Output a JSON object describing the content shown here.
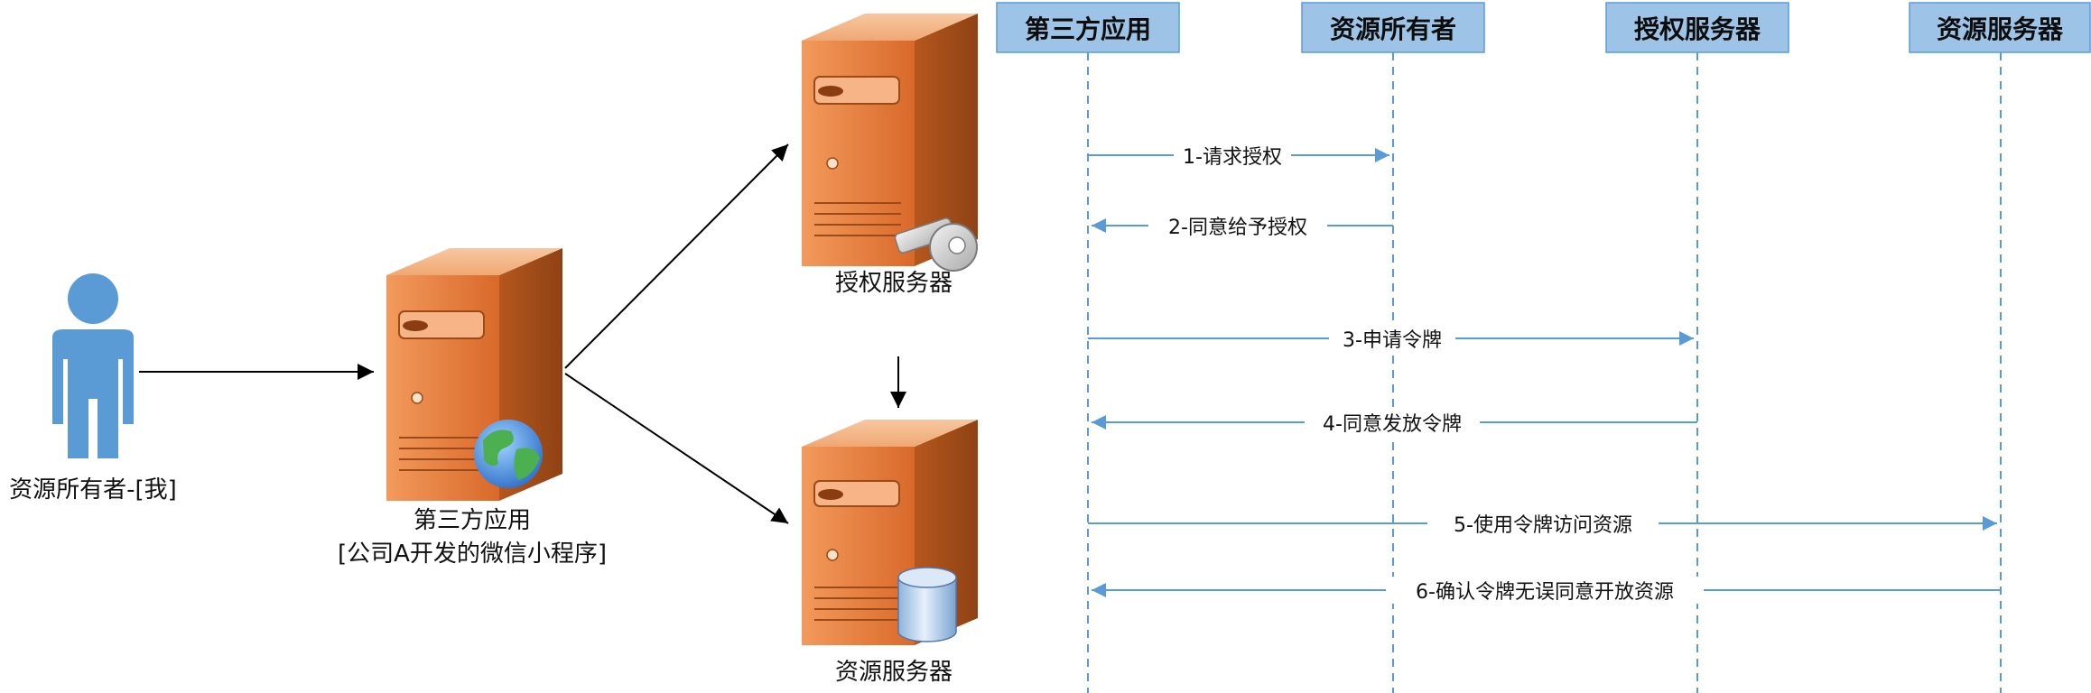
{
  "nodes": {
    "owner_label": "资源所有者-[我]",
    "client_label_1": "第三方应用",
    "client_label_2": "[公司A开发的微信小程序]",
    "auth_server_label": "授权服务器",
    "resource_server_label": "资源服务器"
  },
  "sequence": {
    "participants": [
      "第三方应用",
      "资源所有者",
      "授权服务器",
      "资源服务器"
    ],
    "messages": [
      {
        "text": "1-请求授权",
        "from": 0,
        "to": 1
      },
      {
        "text": "2-同意给予授权",
        "from": 1,
        "to": 0
      },
      {
        "text": "3-申请令牌",
        "from": 0,
        "to": 2
      },
      {
        "text": "4-同意发放令牌",
        "from": 2,
        "to": 0
      },
      {
        "text": "5-使用令牌访问资源",
        "from": 0,
        "to": 3
      },
      {
        "text": "6-确认令牌无误同意开放资源",
        "from": 3,
        "to": 0
      }
    ]
  },
  "colors": {
    "header_fill": "#9dc3e6",
    "lifeline": "#5b9bd5",
    "server_front": "#e07b39",
    "server_side": "#b8561b",
    "person": "#5b9bd5"
  }
}
